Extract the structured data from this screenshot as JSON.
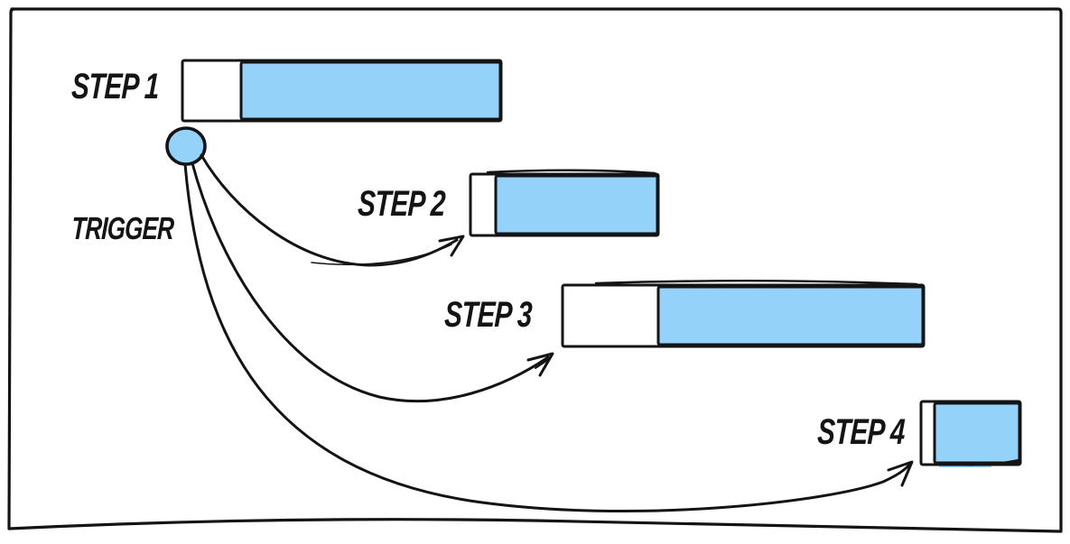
{
  "diagram": {
    "type": "hand-drawn trigger-to-steps sequence (gantt-style)",
    "canvas": {
      "background": "#ffffff",
      "border_color": "#141414"
    },
    "colors": {
      "bar_fill": "#95D2F9",
      "bar_empty_fill": "#ffffff",
      "stroke": "#141414",
      "text": "#141414"
    },
    "trigger": {
      "label": "TRIGGER",
      "node_shape": "circle",
      "node_color": "#95D2F9"
    },
    "steps": [
      {
        "label": "STEP 1"
      },
      {
        "label": "STEP 2"
      },
      {
        "label": "STEP 3"
      },
      {
        "label": "STEP 4"
      }
    ],
    "arrows": [
      {
        "from": "trigger-node",
        "to": "step-2-bar"
      },
      {
        "from": "trigger-node",
        "to": "step-3-bar"
      },
      {
        "from": "trigger-node",
        "to": "step-4-bar"
      }
    ]
  }
}
